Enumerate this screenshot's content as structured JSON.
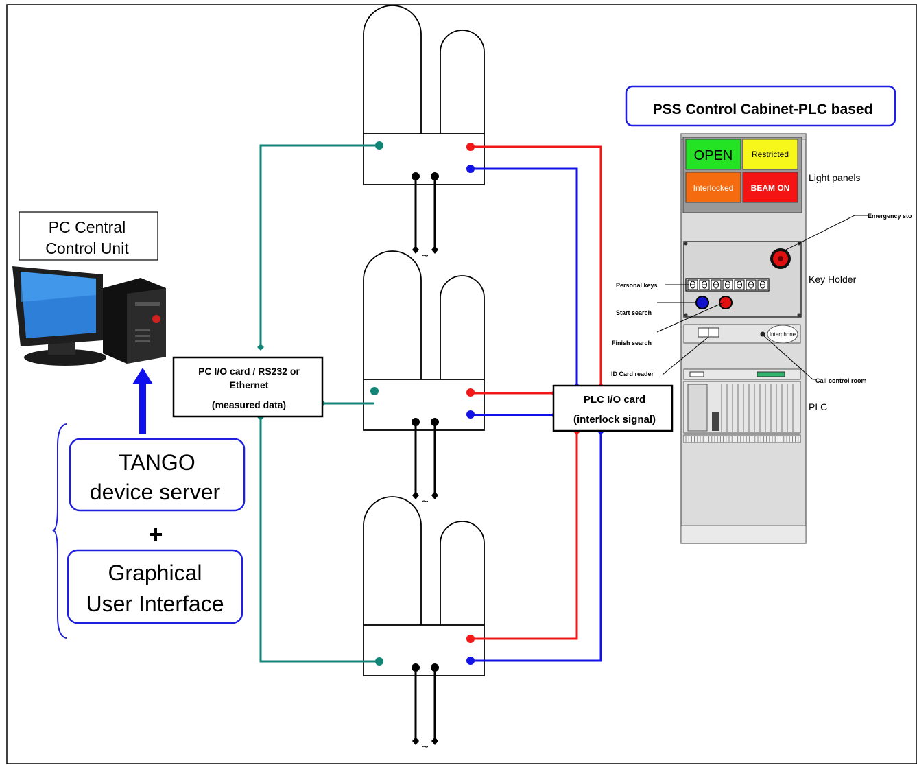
{
  "colors": {
    "teal": "#118577",
    "red": "#f21818",
    "blue": "#1212e6",
    "frame_blue": "#1f1fe0",
    "arrow_blue": "#1010ee",
    "panel_green": "#24e224",
    "panel_yellow": "#f7f71c",
    "panel_orange": "#f46c0f",
    "panel_red": "#f41414",
    "cabinet_grey": "#dcdcdc"
  },
  "pc_box": {
    "line1": "PC Central",
    "line2": "Control Unit"
  },
  "software": {
    "tango_line1": "TANGO",
    "tango_line2": "device server",
    "plus": "+",
    "gui_line1": "Graphical",
    "gui_line2": "User Interface"
  },
  "pc_io_card": {
    "line1": "PC I/O card / RS232 or",
    "line2": "Ethernet",
    "line3": "(measured data)"
  },
  "plc_io_card": {
    "line1": "PLC I/O card",
    "line2": "(interlock signal)"
  },
  "ac_symbol": "~",
  "cabinet": {
    "title": "PSS Control Cabinet-PLC based",
    "lights": {
      "open": "OPEN",
      "restricted": "Restricted",
      "interlocked": "Interlocked",
      "beam_on": "BEAM ON"
    },
    "labels": {
      "light_panels": "Light panels",
      "key_holder": "Key Holder",
      "plc": "PLC",
      "emergency_stop": "Emergency sto",
      "personal_keys": "Personal keys",
      "start_search": "Start search",
      "finish_search": "Finish search",
      "id_card_reader": "ID Card reader",
      "call_control_room": "Call control room",
      "interphone": "Interphone"
    }
  }
}
